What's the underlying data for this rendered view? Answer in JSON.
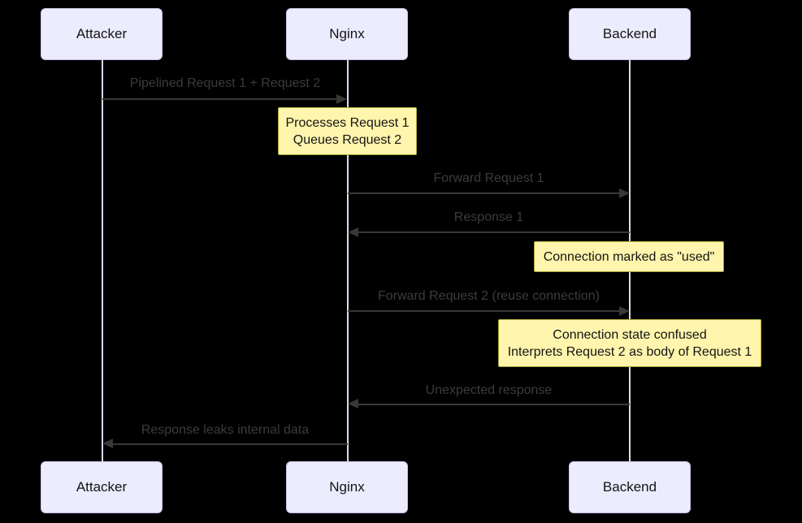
{
  "diagram": {
    "type": "sequence-diagram",
    "actors": [
      {
        "id": "attacker",
        "label": "Attacker"
      },
      {
        "id": "nginx",
        "label": "Nginx"
      },
      {
        "id": "backend",
        "label": "Backend"
      }
    ],
    "messages": [
      {
        "from": "Attacker",
        "to": "Nginx",
        "direction": "right",
        "label": "Pipelined Request 1 + Request 2"
      },
      {
        "from": "Nginx",
        "to": "Backend",
        "direction": "right",
        "label": "Forward Request 1"
      },
      {
        "from": "Backend",
        "to": "Nginx",
        "direction": "left",
        "label": "Response 1"
      },
      {
        "from": "Nginx",
        "to": "Backend",
        "direction": "right",
        "label": "Forward Request 2 (reuse connection)"
      },
      {
        "from": "Backend",
        "to": "Nginx",
        "direction": "left",
        "label": "Unexpected response"
      },
      {
        "from": "Nginx",
        "to": "Attacker",
        "direction": "left",
        "label": "Response leaks internal data"
      }
    ],
    "notes": [
      {
        "over": "Nginx",
        "line1": "Processes Request 1",
        "line2": "Queues Request 2"
      },
      {
        "over": "Backend",
        "line1": "Connection marked as \"used\""
      },
      {
        "over": "Backend",
        "line1": "Connection state confused",
        "line2": "Interprets Request 2 as body of Request 1"
      }
    ],
    "colors": {
      "background": "#000000",
      "actor_fill": "#ECECFF",
      "actor_border": "#C9C3E8",
      "lifeline": "#DFD8F0",
      "note_fill": "#FFF5AD",
      "note_border": "#AAAA33",
      "message_text": "#3C3C3C",
      "message_line": "#383838"
    }
  }
}
